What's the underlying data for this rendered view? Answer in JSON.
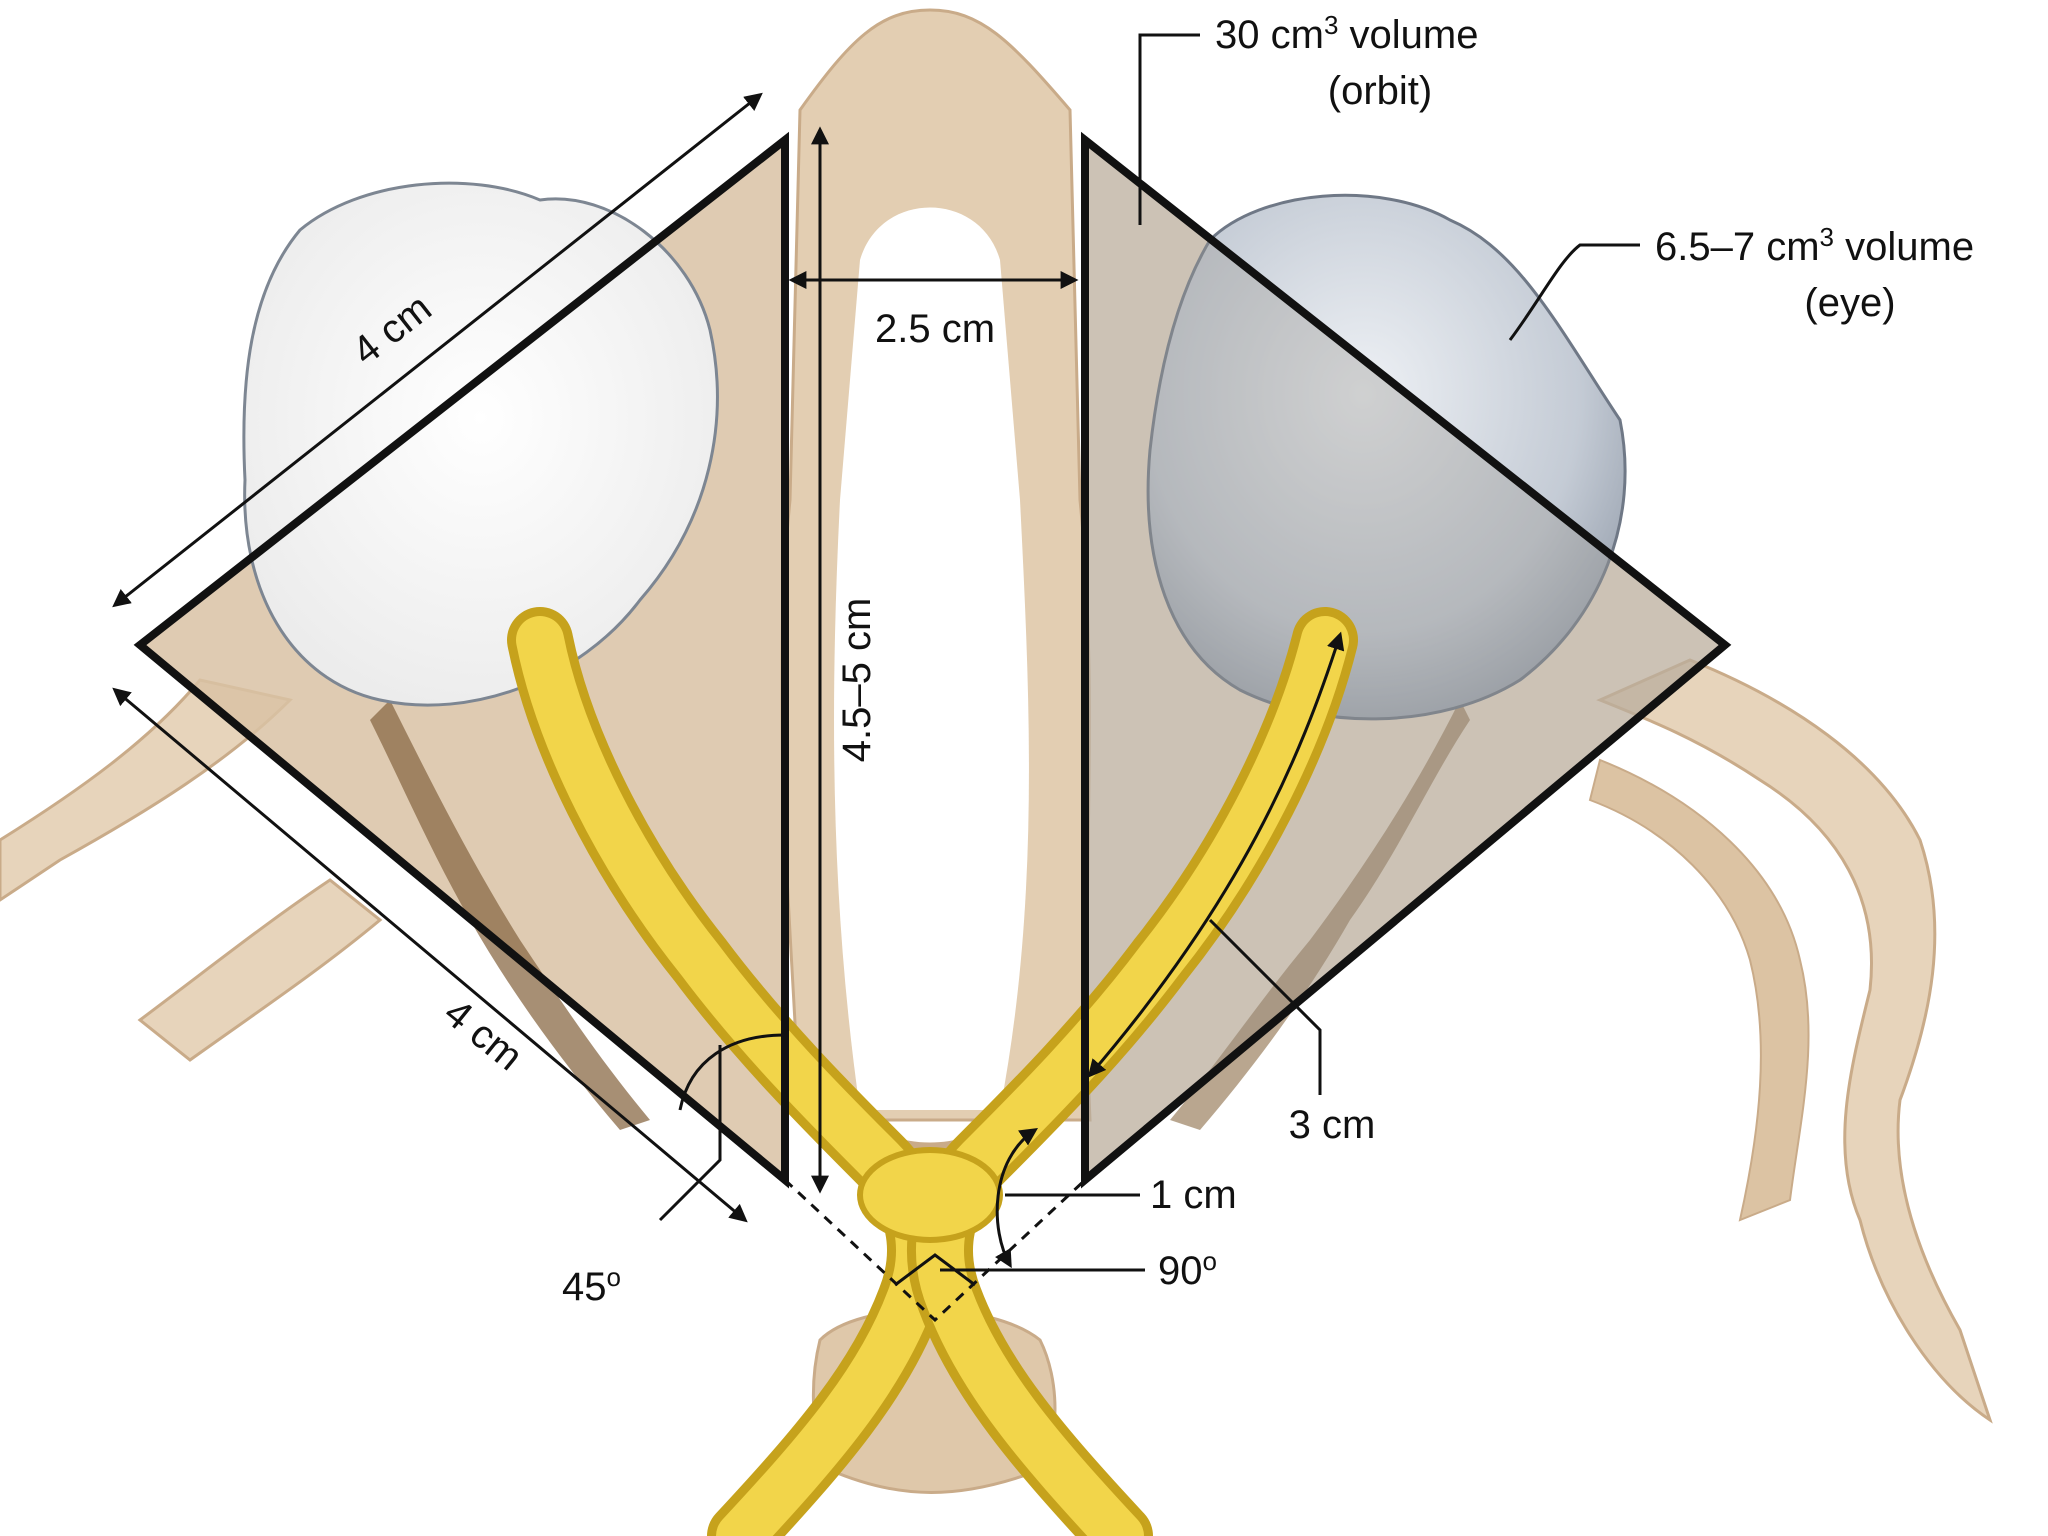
{
  "labels": {
    "orbit_volume_prefix": "30 cm",
    "orbit_volume_sup": "3",
    "orbit_volume_suffix": " volume",
    "orbit_name": "(orbit)",
    "eye_volume_prefix": "6.5–7 cm",
    "eye_volume_sup": "3",
    "eye_volume_suffix": " volume",
    "eye_name": "(eye)",
    "orbit_side_top": "4 cm",
    "orbit_side_bottom": "4 cm",
    "interorbital_width": "2.5 cm",
    "orbit_depth": "4.5–5 cm",
    "optic_nerve_length": "3 cm",
    "canal_length": "1 cm",
    "angle_right": "90",
    "angle_right_deg": "o",
    "angle_orbit": "45",
    "angle_orbit_deg": "o"
  },
  "colors": {
    "bone": "#e7d4bb",
    "bone_dark": "#c9ab89",
    "soft_tissue": "#d9c2a5",
    "orbit_shade": "#9d9a96",
    "globe_left": "#f7f7f7",
    "globe_right": "#c3cad4",
    "nerve": "#f2d54a",
    "nerve_edge": "#c6a21c",
    "outline": "#111111"
  }
}
